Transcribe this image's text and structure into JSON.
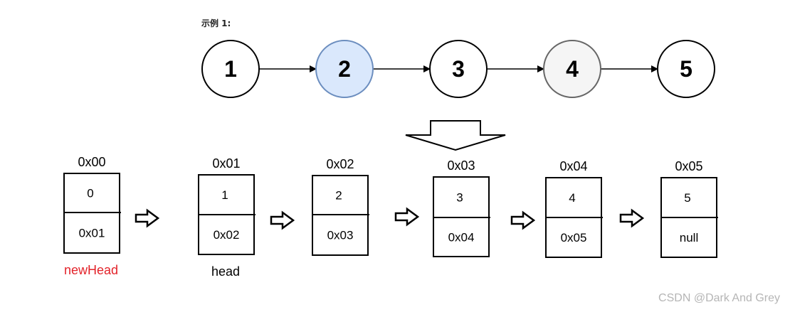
{
  "example_title": "示例 1:",
  "top_list": {
    "nodes": [
      {
        "label": "1",
        "fill": "#ffffff",
        "stroke": "#000000"
      },
      {
        "label": "2",
        "fill": "#dae8fc",
        "stroke": "#6c8ebf"
      },
      {
        "label": "3",
        "fill": "#ffffff",
        "stroke": "#000000"
      },
      {
        "label": "4",
        "fill": "#f5f5f5",
        "stroke": "#666666"
      },
      {
        "label": "5",
        "fill": "#ffffff",
        "stroke": "#000000"
      }
    ]
  },
  "memory_nodes": [
    {
      "address": "0x00",
      "value": "0",
      "next": "0x01",
      "caption": "newHead",
      "caption_color": "#e3232a"
    },
    {
      "address": "0x01",
      "value": "1",
      "next": "0x02",
      "caption": "head",
      "caption_color": "#000000"
    },
    {
      "address": "0x02",
      "value": "2",
      "next": "0x03",
      "caption": "",
      "caption_color": "#000000"
    },
    {
      "address": "0x03",
      "value": "3",
      "next": "0x04",
      "caption": "",
      "caption_color": "#000000"
    },
    {
      "address": "0x04",
      "value": "4",
      "next": "0x05",
      "caption": "",
      "caption_color": "#000000"
    },
    {
      "address": "0x05",
      "value": "5",
      "next": "null",
      "caption": "",
      "caption_color": "#000000"
    }
  ],
  "watermark": "CSDN @Dark And Grey"
}
